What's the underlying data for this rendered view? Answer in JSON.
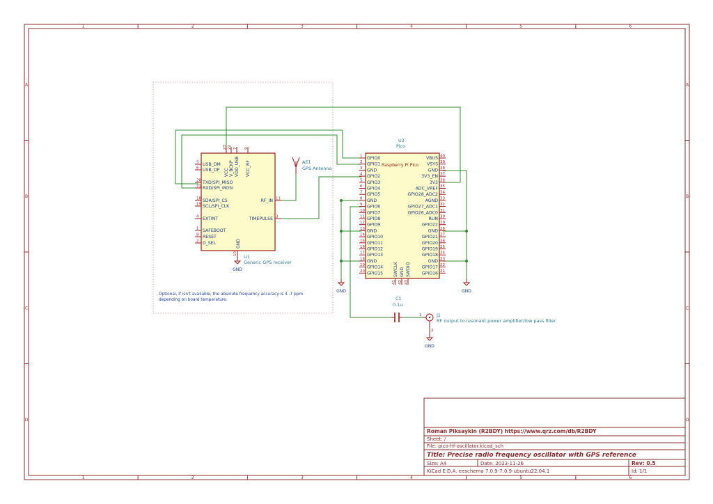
{
  "frame": {
    "col_labels": [
      "1",
      "2",
      "3",
      "4",
      "5",
      "6"
    ],
    "row_labels": [
      "A",
      "B",
      "C",
      "D"
    ]
  },
  "u1": {
    "ref": "U1",
    "value": "Generic GPS receiver",
    "left_pins": [
      {
        "num": "5",
        "name": "USB_DM"
      },
      {
        "num": "6",
        "name": "USB_DP"
      },
      {
        "num": "20",
        "name": "TXD/SPI_MISO"
      },
      {
        "num": "21",
        "name": "RXD/SPI_MOSI"
      },
      {
        "num": "18",
        "name": "SDA/SPI_CS"
      },
      {
        "num": "19",
        "name": "SCL/SPI_CLK"
      },
      {
        "num": "4",
        "name": "EXTINT"
      },
      {
        "num": "1",
        "name": "SAFEBOOT"
      },
      {
        "num": "8",
        "name": "RESET"
      },
      {
        "num": "2",
        "name": "D_SEL"
      }
    ],
    "top_pins": [
      {
        "num": "23",
        "name": "VCC"
      },
      {
        "num": "22",
        "name": "V_BCKP"
      },
      {
        "num": "7",
        "name": "VDD_USB"
      },
      {
        "num": "9",
        "name": "VCC_RF"
      }
    ],
    "right_pins": [
      {
        "num": "11",
        "name": "RF_IN"
      },
      {
        "num": "3",
        "name": "TIMEPULSE"
      }
    ],
    "bottom_pin": {
      "num": "10",
      "name": "GND"
    }
  },
  "ae1": {
    "ref": "AE1",
    "value": "GPS Antenna"
  },
  "u2": {
    "ref": "U2",
    "value": "Pico",
    "title": "Raspberry Pi Pico",
    "left_pins": [
      {
        "num": "1",
        "name": "GPIO0"
      },
      {
        "num": "2",
        "name": "GPIO1"
      },
      {
        "num": "3",
        "name": "GND"
      },
      {
        "num": "4",
        "name": "GPIO2"
      },
      {
        "num": "5",
        "name": "GPIO3"
      },
      {
        "num": "6",
        "name": "GPIO4"
      },
      {
        "num": "7",
        "name": "GPIO5"
      },
      {
        "num": "8",
        "name": "GND"
      },
      {
        "num": "9",
        "name": "GPIO6"
      },
      {
        "num": "10",
        "name": "GPIO7"
      },
      {
        "num": "11",
        "name": "GPIO8"
      },
      {
        "num": "12",
        "name": "GPIO9"
      },
      {
        "num": "13",
        "name": "GND"
      },
      {
        "num": "14",
        "name": "GPIO10"
      },
      {
        "num": "15",
        "name": "GPIO11"
      },
      {
        "num": "16",
        "name": "GPIO12"
      },
      {
        "num": "17",
        "name": "GPIO13"
      },
      {
        "num": "18",
        "name": "GND"
      },
      {
        "num": "19",
        "name": "GPIO14"
      },
      {
        "num": "20",
        "name": "GPIO15"
      }
    ],
    "right_pins": [
      {
        "num": "40",
        "name": "VBUS"
      },
      {
        "num": "39",
        "name": "VSYS"
      },
      {
        "num": "38",
        "name": "GND"
      },
      {
        "num": "37",
        "name": "3V3_EN"
      },
      {
        "num": "36",
        "name": "3V3"
      },
      {
        "num": "35",
        "name": "ADC_VREF"
      },
      {
        "num": "34",
        "name": "GPIO28_ADC2"
      },
      {
        "num": "33",
        "name": "AGND"
      },
      {
        "num": "32",
        "name": "GPIO27_ADC1"
      },
      {
        "num": "31",
        "name": "GPIO26_ADC0"
      },
      {
        "num": "30",
        "name": "RUN"
      },
      {
        "num": "29",
        "name": "GPIO22"
      },
      {
        "num": "28",
        "name": "GND"
      },
      {
        "num": "27",
        "name": "GPIO21"
      },
      {
        "num": "26",
        "name": "GPIO20"
      },
      {
        "num": "25",
        "name": "GPIO19"
      },
      {
        "num": "24",
        "name": "GPIO18"
      },
      {
        "num": "23",
        "name": "GND"
      },
      {
        "num": "22",
        "name": "GPIO17"
      },
      {
        "num": "21",
        "name": "GPIO16"
      }
    ],
    "bottom_pins": [
      {
        "num": "41",
        "name": "SWCLK"
      },
      {
        "num": "42",
        "name": "GND"
      },
      {
        "num": "43",
        "name": "SWDIO"
      }
    ]
  },
  "c1": {
    "ref": "C1",
    "value": "0.1u"
  },
  "j1": {
    "ref": "J1",
    "value": "RF output to resonant power amplifier/low pass filter"
  },
  "gnd_label": "GND",
  "note": [
    "Optional, if isn't available, the absolute frequency accuracy is 3..7 ppm",
    "depending on board temperature."
  ],
  "title_block": {
    "author": "Roman Piksaykin (R2BDY) https://www.qrz.com/db/R2BDY",
    "sheet": "Sheet: /",
    "file": "File: pico-hf-oscillator.kicad_sch",
    "title": "Title: Precise radio frequency oscillator with GPS reference",
    "size": "Size: A4",
    "date": "Date: 2023-11-26",
    "rev": "Rev: 0.5",
    "tool": "KiCad E.D.A.  eeschema 7.0.9-7.0.9-ubuntu22.04.1",
    "id": "Id: 1/1"
  }
}
